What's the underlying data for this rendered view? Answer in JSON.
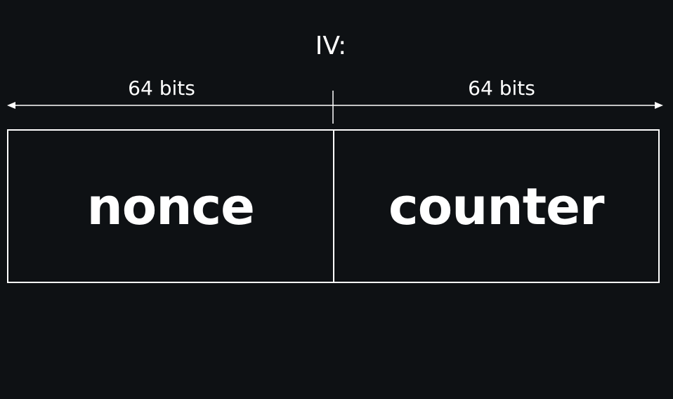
{
  "title": "IV:",
  "segments": [
    {
      "bits_label": "64 bits",
      "field_label": "nonce"
    },
    {
      "bits_label": "64 bits",
      "field_label": "counter"
    }
  ],
  "colors": {
    "background": "#0e1114",
    "foreground": "#ffffff"
  }
}
